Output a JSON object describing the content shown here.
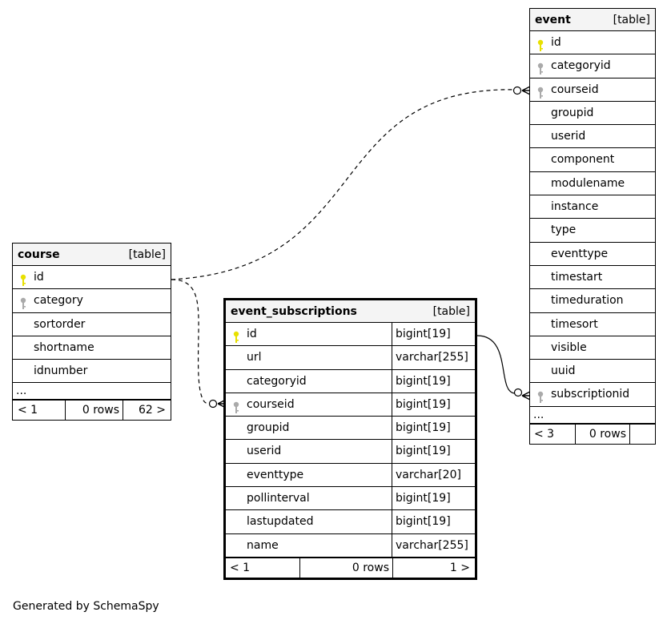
{
  "tables": {
    "course": {
      "name": "course",
      "type_label": "[table]",
      "columns": [
        {
          "name": "id",
          "key": "primary"
        },
        {
          "name": "category",
          "key": "foreign"
        },
        {
          "name": "sortorder",
          "key": "none"
        },
        {
          "name": "shortname",
          "key": "none"
        },
        {
          "name": "idnumber",
          "key": "none"
        }
      ],
      "more": "...",
      "footer": {
        "parents": "< 1",
        "rows": "0 rows",
        "children": "62 >"
      }
    },
    "event_subscriptions": {
      "name": "event_subscriptions",
      "type_label": "[table]",
      "columns": [
        {
          "name": "id",
          "key": "primary",
          "type": "bigint[19]"
        },
        {
          "name": "url",
          "key": "none",
          "type": "varchar[255]"
        },
        {
          "name": "categoryid",
          "key": "none",
          "type": "bigint[19]"
        },
        {
          "name": "courseid",
          "key": "foreign",
          "type": "bigint[19]"
        },
        {
          "name": "groupid",
          "key": "none",
          "type": "bigint[19]"
        },
        {
          "name": "userid",
          "key": "none",
          "type": "bigint[19]"
        },
        {
          "name": "eventtype",
          "key": "none",
          "type": "varchar[20]"
        },
        {
          "name": "pollinterval",
          "key": "none",
          "type": "bigint[19]"
        },
        {
          "name": "lastupdated",
          "key": "none",
          "type": "bigint[19]"
        },
        {
          "name": "name",
          "key": "none",
          "type": "varchar[255]"
        }
      ],
      "footer": {
        "parents": "< 1",
        "rows": "0 rows",
        "children": "1 >"
      }
    },
    "event": {
      "name": "event",
      "type_label": "[table]",
      "columns": [
        {
          "name": "id",
          "key": "primary"
        },
        {
          "name": "categoryid",
          "key": "foreign"
        },
        {
          "name": "courseid",
          "key": "foreign"
        },
        {
          "name": "groupid",
          "key": "none"
        },
        {
          "name": "userid",
          "key": "none"
        },
        {
          "name": "component",
          "key": "none"
        },
        {
          "name": "modulename",
          "key": "none"
        },
        {
          "name": "instance",
          "key": "none"
        },
        {
          "name": "type",
          "key": "none"
        },
        {
          "name": "eventtype",
          "key": "none"
        },
        {
          "name": "timestart",
          "key": "none"
        },
        {
          "name": "timeduration",
          "key": "none"
        },
        {
          "name": "timesort",
          "key": "none"
        },
        {
          "name": "visible",
          "key": "none"
        },
        {
          "name": "uuid",
          "key": "none"
        },
        {
          "name": "subscriptionid",
          "key": "foreign"
        }
      ],
      "more": "...",
      "footer": {
        "parents": "< 3",
        "rows": "0 rows",
        "children": ""
      }
    }
  },
  "relationships": [
    {
      "from": "course.id",
      "to": "event.courseid",
      "style": "implied-dashed"
    },
    {
      "from": "course.id",
      "to": "event_subscriptions.courseid",
      "style": "implied-dashed"
    },
    {
      "from": "event_subscriptions.id",
      "to": "event.subscriptionid",
      "style": "solid"
    }
  ],
  "colors": {
    "primary_key": "#e8e000",
    "foreign_key": "#aaaaaa",
    "header_bg": "#f4f4f4"
  },
  "footer_text": "Generated by SchemaSpy"
}
